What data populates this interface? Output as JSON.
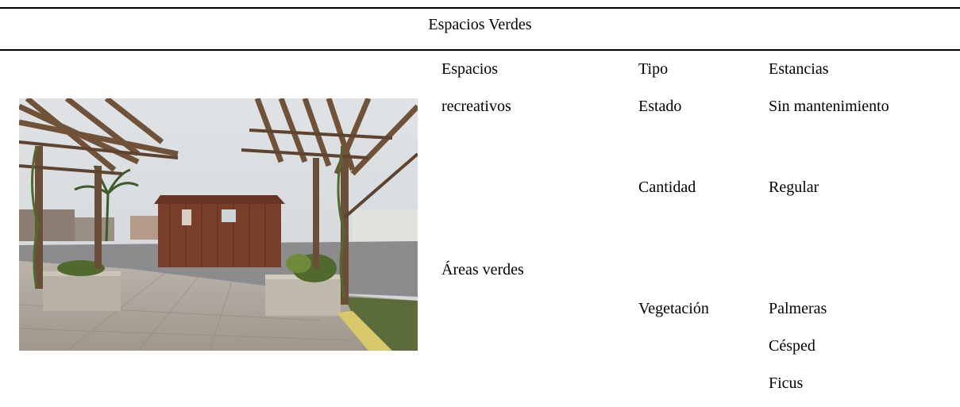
{
  "header": {
    "title": "Espacios Verdes"
  },
  "table": {
    "category_1_line_1": "Espacios",
    "category_1_line_2": "recreativos",
    "category_2": "Áreas verdes",
    "rows": [
      {
        "attribute": "Tipo",
        "value": "Estancias"
      },
      {
        "attribute": "Estado",
        "value": "Sin mantenimiento"
      },
      {
        "attribute": "Cantidad",
        "value": "Regular"
      },
      {
        "attribute": "Vegetación",
        "values": [
          "Palmeras",
          "Césped",
          "Ficus"
        ]
      }
    ]
  },
  "photo": {
    "subject": "pergola-walkway-with-kiosk"
  }
}
